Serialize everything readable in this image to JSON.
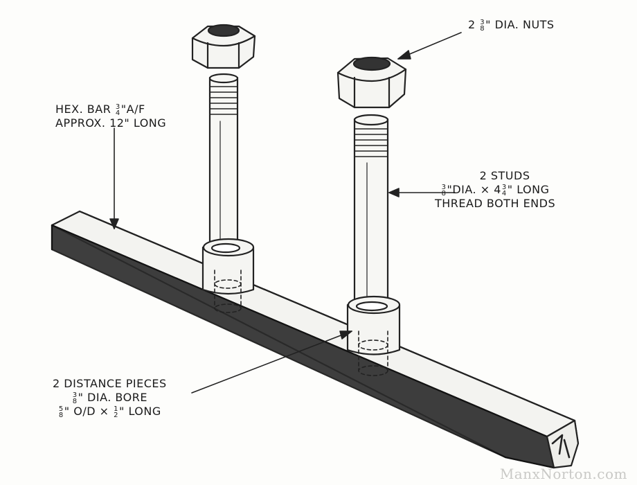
{
  "nuts_label": {
    "qty": "2",
    "frac_num": "3",
    "frac_den": "8",
    "text": "\" DIA. NUTS"
  },
  "hexbar_label": {
    "line1_prefix": "HEX. BAR",
    "frac_num": "3",
    "frac_den": "4",
    "line1_suffix": "\"A/F",
    "line2": "APPROX. 12\" LONG"
  },
  "studs_label": {
    "line1": "2  STUDS",
    "line2_num": "3",
    "line2_den": "8",
    "line2_mid": "\"DIA. × 4",
    "line2_num2": "3",
    "line2_den2": "4",
    "line2_end": "\" LONG",
    "line3": "THREAD BOTH ENDS"
  },
  "distance_label": {
    "line1": "2 DISTANCE PIECES",
    "line2_num": "3",
    "line2_den": "8",
    "line2_text": "\" DIA. BORE",
    "line3_num": "5",
    "line3_den": "8",
    "line3_mid": "\" O/D × ",
    "line3_num2": "1",
    "line3_den2": "2",
    "line3_end": "\" LONG"
  },
  "watermark": "ManxNorton.com"
}
